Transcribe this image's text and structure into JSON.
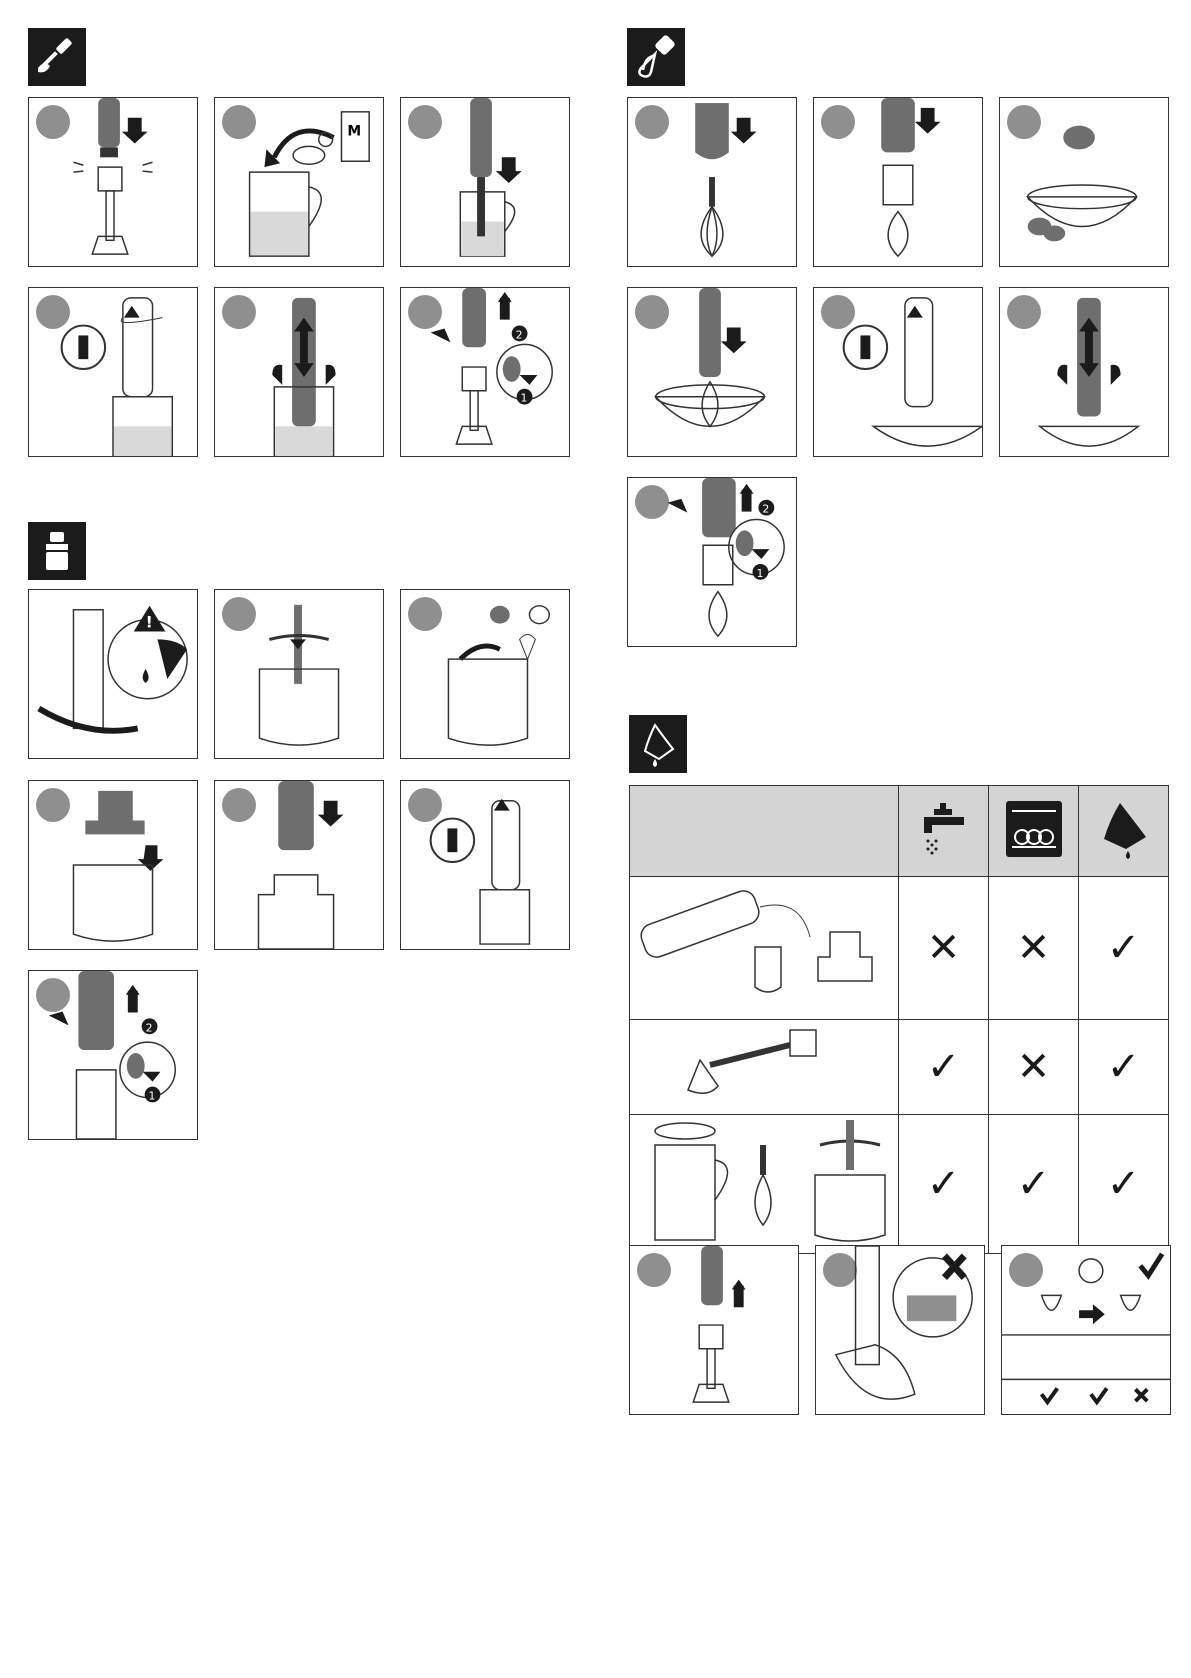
{
  "milk_carton_label": "M",
  "warning_symbol": "!",
  "power_symbol": "I",
  "lock_steps": [
    "1",
    "2"
  ],
  "sections": [
    {
      "name": "blender-attachment",
      "icon": "blender-bar-icon"
    },
    {
      "name": "chopper-attachment",
      "icon": "chopper-icon"
    },
    {
      "name": "whisk-attachment",
      "icon": "whisk-icon"
    },
    {
      "name": "cleaning",
      "icon": "cloth-drop-icon"
    }
  ],
  "cleaning_table": {
    "headers": [
      "tap-water-icon",
      "dishwasher-icon",
      "wipe-cloth-icon"
    ],
    "rows": [
      {
        "part": "motor-unit-and-couplers",
        "marks": [
          "✕",
          "✕",
          "✓"
        ]
      },
      {
        "part": "blender-bar",
        "marks": [
          "✓",
          "✕",
          "✓"
        ]
      },
      {
        "part": "beaker-whisk-chopper",
        "marks": [
          "✓",
          "✓",
          "✓"
        ]
      }
    ]
  },
  "colors": {
    "ink": "#1b1b1b",
    "dot": "#8f8f8f",
    "header": "#d4d4d4",
    "metal": "#6e6e6e"
  }
}
